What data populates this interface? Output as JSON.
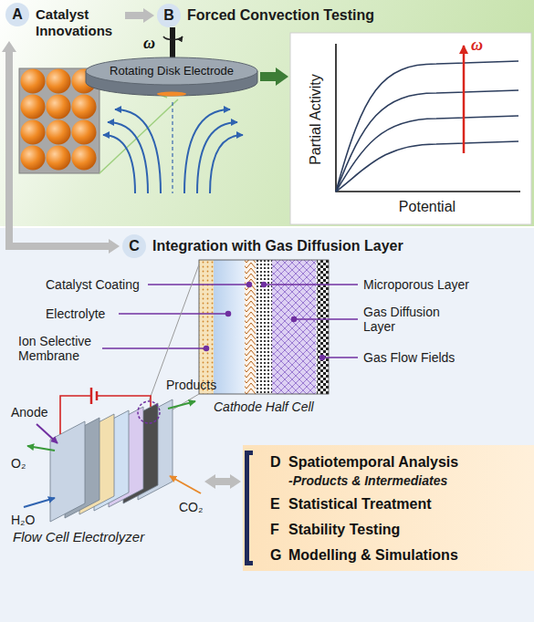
{
  "diagram": {
    "nodes": [
      {
        "text": [
          "A",
          "Catalyst Innovations"
        ]
      },
      {
        "text": [
          "B",
          "Forced Convection Testing"
        ]
      },
      {
        "text": [
          "Rotating Disk Electrode"
        ]
      },
      {
        "text": [
          "Partial Activity",
          "Potential"
        ]
      },
      {
        "text": [
          "C",
          "Integration with Gas Diffusion Layer"
        ]
      },
      {
        "text": [
          "Flow Cell Electrolyzer"
        ]
      },
      {
        "text": [
          "D",
          "Spatiotemporal Analysis",
          "-Products & Intermediates",
          "E",
          "Statistical Treatment",
          "F",
          "Stability Testing",
          "G",
          "Modelling & Simulations"
        ]
      }
    ],
    "edges": [
      {
        "from": 0,
        "to": 1,
        "arrow": "to"
      },
      {
        "from": 2,
        "to": 3,
        "arrow": "to"
      },
      {
        "from": 0,
        "to": 4,
        "arrow": "both"
      },
      {
        "from": 5,
        "to": 6,
        "arrow": "both"
      }
    ],
    "labels": [
      "ω",
      "ω",
      "Catalyst Coating",
      "Microporous Layer",
      "Electrolyte",
      "Gas Diffusion Layer",
      "Ion Selective Membrane",
      "Gas Flow Fields",
      "Cathode Half Cell",
      "Anode",
      "Products",
      "O₂",
      "H₂O",
      "CO₂"
    ]
  }
}
